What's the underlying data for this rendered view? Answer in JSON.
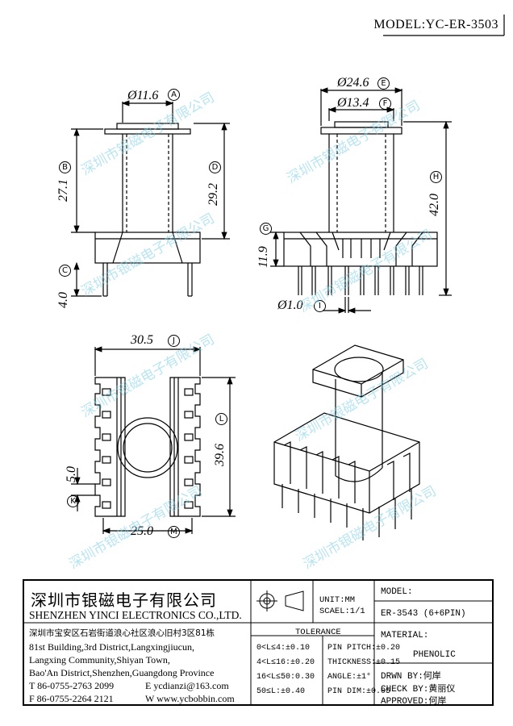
{
  "model_header": "MODEL:YC-ER-3503",
  "watermark": "深圳市银磁电子有限公司",
  "dims": {
    "A": "Ø11.6",
    "B": "27.1",
    "C": "4.0",
    "D": "29.2",
    "E": "Ø24.6",
    "F": "Ø13.4",
    "G": "11.9",
    "H": "42.0",
    "I": "Ø1.0",
    "J": "30.5",
    "K": "5.0",
    "L": "39.6",
    "M": "25.0"
  },
  "labels": {
    "A": "A",
    "B": "B",
    "C": "C",
    "D": "D",
    "E": "E",
    "F": "F",
    "G": "G",
    "H": "H",
    "I": "I",
    "J": "J",
    "K": "K",
    "L": "L",
    "M": "M"
  },
  "company": {
    "name_cn": "深圳市银磁电子有限公司",
    "name_en": "SHENZHEN YINCI ELECTRONICS CO.,LTD.",
    "address_cn": "深圳市宝安区石岩街道浪心社区浪心旧村3区81栋",
    "address_en_1": "81st Building,3rd District,Langxingjiucun,",
    "address_en_2": "Langxing Community,Shiyan Town,",
    "address_en_3": "Bao'An District,Shenzhen,Guangdong Province",
    "tel": "T 86-0755-2763 2099",
    "email": "E ycdianzi@163.com",
    "fax": "F 86-0755-2264 2121",
    "web": "W www.ycbobbin.com"
  },
  "unit": "UNIT:MM",
  "scale": "SCAEL:1/1",
  "model_label": "MODEL:",
  "model_value": "ER-3543 (6+6PIN)",
  "tolerance": {
    "title": "TOLERANCE",
    "rows": [
      [
        "0<L≤4:±0.10",
        "PIN PITCH:±0.20"
      ],
      [
        "4<L≤16:±0.20",
        "THICKNESS:±0.15"
      ],
      [
        "16<L≤50:0.30",
        "ANGLE:±1°"
      ],
      [
        "50≤L:±0.40",
        "PIN DIM:±0.05"
      ]
    ]
  },
  "material_label": "MATERIAL:",
  "material_value": "PHENOLIC",
  "drawn_by": "DRWN BY:何岸",
  "check_by": "CHECK BY:黄丽仪",
  "approved": "APPROVED:何岸"
}
